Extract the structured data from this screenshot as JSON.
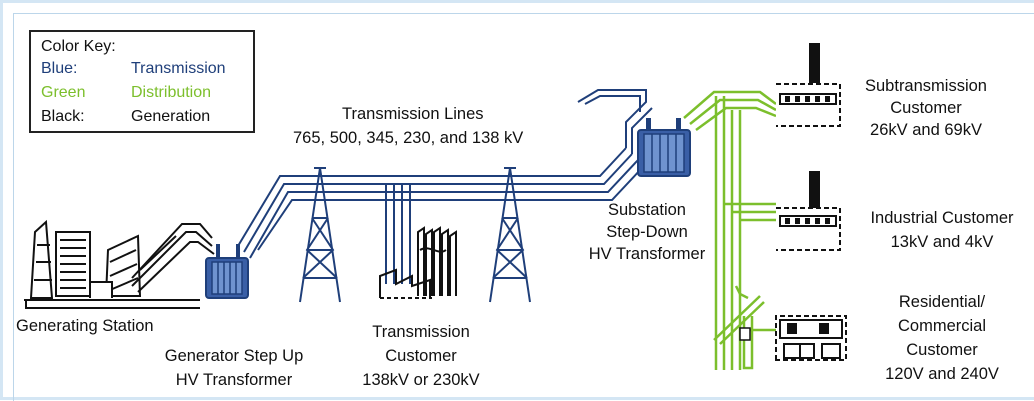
{
  "color_key": {
    "title": "Color Key:",
    "rows": [
      {
        "color_word": "Blue:",
        "meaning": "Transmission",
        "color": "#1f3f7a"
      },
      {
        "color_word": "Green",
        "meaning": "Distribution",
        "color": "#7cbf2c"
      },
      {
        "color_word": "Black:",
        "meaning": "Generation",
        "color": "#111111"
      }
    ]
  },
  "labels": {
    "transmission_lines_title": "Transmission Lines",
    "transmission_lines_voltages": "765, 500, 345, 230, and 138 kV",
    "generating_station": "Generating Station",
    "generator_step_up_1": "Generator Step Up",
    "generator_step_up_2": "HV Transformer",
    "transmission_customer_1": "Transmission",
    "transmission_customer_2": "Customer",
    "transmission_customer_3": "138kV or 230kV",
    "substation_1": "Substation",
    "substation_2": "Step-Down",
    "substation_3": "HV Transformer",
    "subtransmission_1": "Subtransmission",
    "subtransmission_2": "Customer",
    "subtransmission_3": "26kV and 69kV",
    "industrial_1": "Industrial Customer",
    "industrial_2": "13kV and 4kV",
    "residential_1": "Residential/",
    "residential_2": "Commercial",
    "residential_3": "Customer",
    "residential_4": "120V and 240V"
  },
  "colors": {
    "transmission": "#1f3f7a",
    "distribution": "#7cbf2c",
    "generation": "#111111",
    "frame_border": "#d4e6f4"
  }
}
